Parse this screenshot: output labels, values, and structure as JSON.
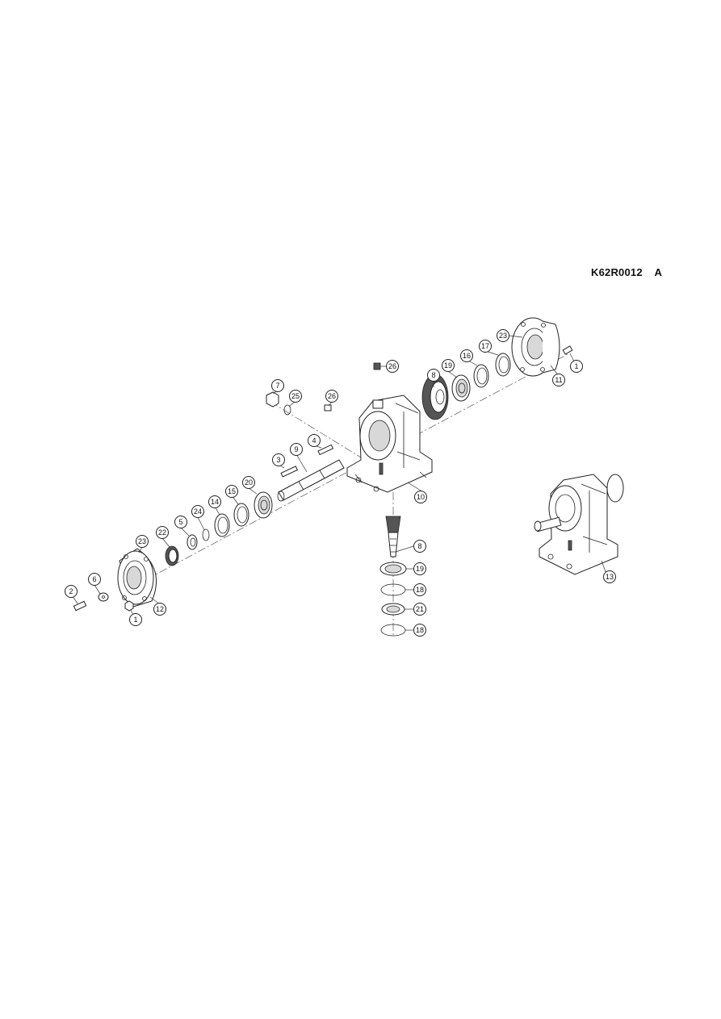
{
  "header": {
    "drawing_code": "K62R0012",
    "revision": "A"
  },
  "callouts": {
    "c1a": "1",
    "c1b": "1",
    "c2": "2",
    "c3": "3",
    "c4": "4",
    "c5": "5",
    "c6": "6",
    "c7": "7",
    "c8a": "8",
    "c8b": "8",
    "c9": "9",
    "c10": "10",
    "c11": "11",
    "c12": "12",
    "c13": "13",
    "c14": "14",
    "c15": "15",
    "c16": "16",
    "c17": "17",
    "c18a": "18",
    "c18b": "18",
    "c19a": "19",
    "c19b": "19",
    "c20": "20",
    "c21": "21",
    "c22": "22",
    "c23a": "23",
    "c23b": "23",
    "c24": "24",
    "c25": "25",
    "c26a": "26",
    "c26b": "26"
  }
}
